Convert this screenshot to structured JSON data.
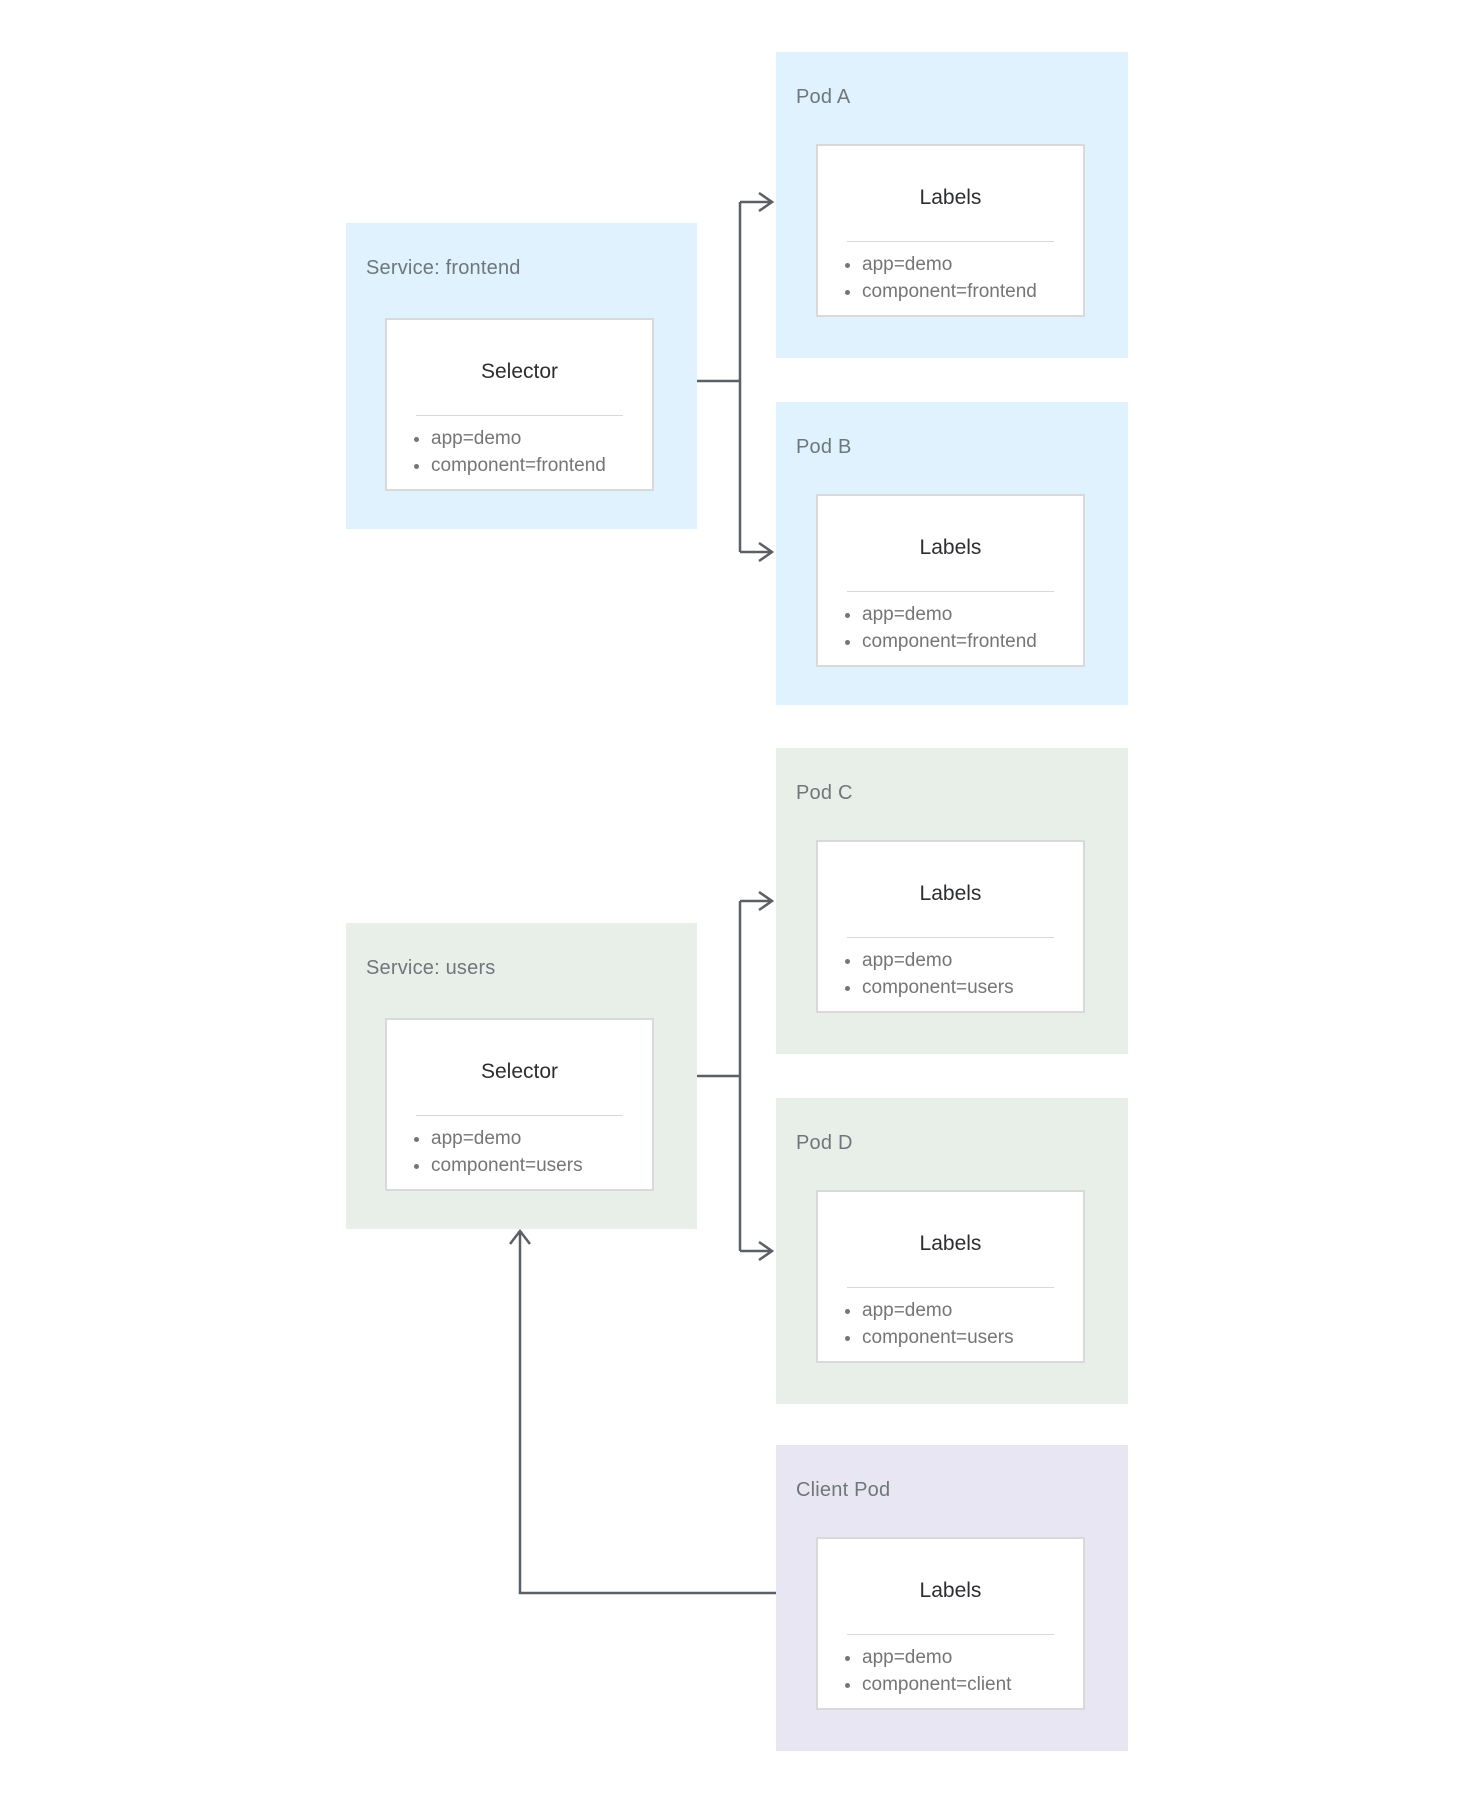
{
  "diagram": {
    "services": [
      {
        "title": "Service: frontend",
        "theme": "blue",
        "inner_heading": "Selector",
        "items": [
          "app=demo",
          "component=frontend"
        ]
      },
      {
        "title": "Service: users",
        "theme": "green",
        "inner_heading": "Selector",
        "items": [
          "app=demo",
          "component=users"
        ]
      }
    ],
    "pods": [
      {
        "title": "Pod A",
        "theme": "blue",
        "inner_heading": "Labels",
        "items": [
          "app=demo",
          "component=frontend"
        ]
      },
      {
        "title": "Pod B",
        "theme": "blue",
        "inner_heading": "Labels",
        "items": [
          "app=demo",
          "component=frontend"
        ]
      },
      {
        "title": "Pod C",
        "theme": "green",
        "inner_heading": "Labels",
        "items": [
          "app=demo",
          "component=users"
        ]
      },
      {
        "title": "Pod D",
        "theme": "green",
        "inner_heading": "Labels",
        "items": [
          "app=demo",
          "component=users"
        ]
      },
      {
        "title": "Client Pod",
        "theme": "purple",
        "inner_heading": "Labels",
        "items": [
          "app=demo",
          "component=client"
        ]
      }
    ],
    "colors": {
      "blue": "#dff2fd",
      "green": "#e8efe9",
      "purple": "#e9e6f3",
      "connector": "#5b6064",
      "card_border": "#d9d9d9",
      "divider": "#d8d8d8",
      "title_text": "#6e777c",
      "heading_text": "#2c2e30",
      "item_text": "#757575"
    }
  }
}
